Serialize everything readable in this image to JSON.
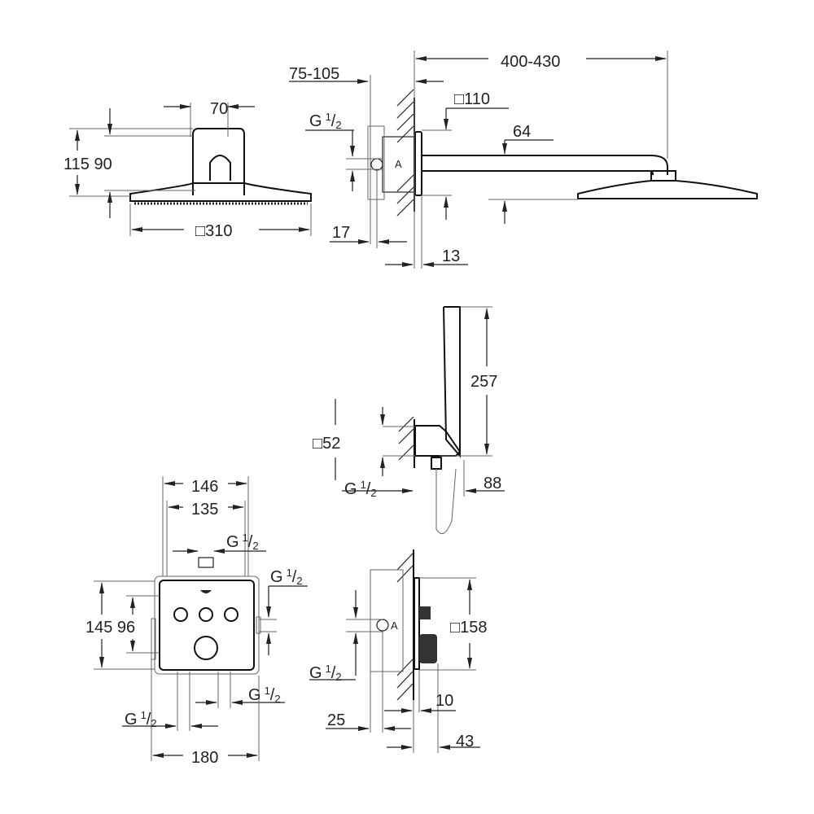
{
  "title": "Shower system dimension drawing",
  "thread": {
    "main": "G",
    "num": "1",
    "sep": "/",
    "den": "2"
  },
  "overhead_shower_front": {
    "width_top": "70",
    "heights": "115 90",
    "diameter": "□310"
  },
  "overhead_shower_side": {
    "depth_range": "75-105",
    "arm_length": "400-430",
    "rosette": "□110",
    "arm_offset": "64",
    "inlet_offset": "17",
    "rosette_depth": "13",
    "body_marking": "A"
  },
  "hand_shower": {
    "length": "257",
    "holder": "□52",
    "projection": "88"
  },
  "thermostat_front": {
    "outer_width": "146",
    "inner_width": "135",
    "heights": "145 96",
    "frame_width": "180"
  },
  "thermostat_side": {
    "plate": "□158",
    "plate_depth": "10",
    "wall_depth": "25",
    "total_depth": "43",
    "body_marking": "A"
  },
  "colors": {
    "line": "#222222",
    "background": "#ffffff"
  }
}
